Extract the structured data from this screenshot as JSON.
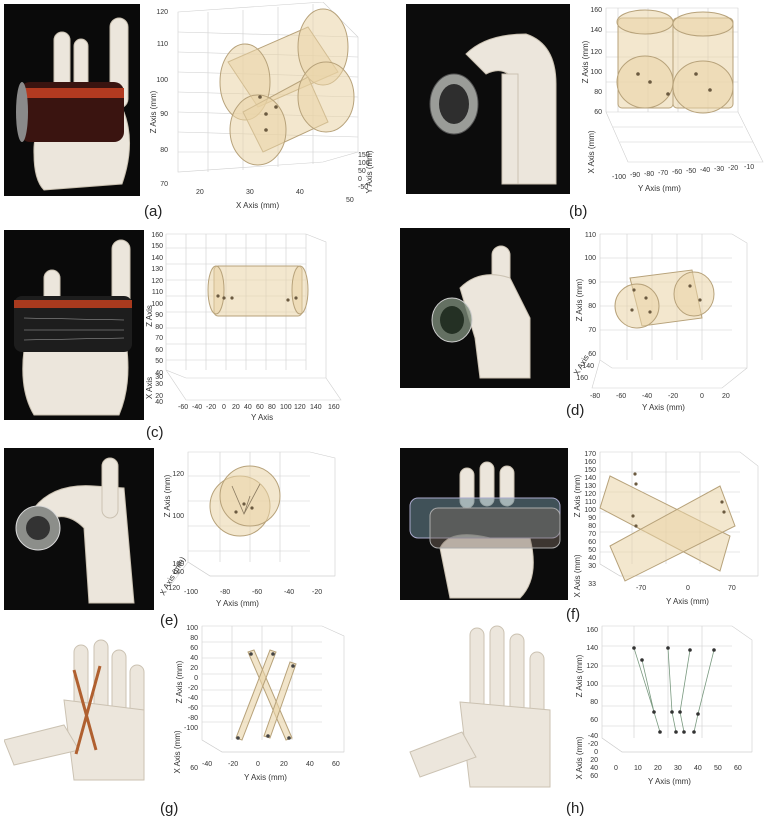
{
  "panels": [
    {
      "label": "(a)",
      "axes": {
        "x": "X Axis (mm)",
        "y": "Y Axis (mm)",
        "z": "Z Axis (mm)"
      },
      "ticks": {
        "x": [
          "20",
          "30",
          "40",
          "50"
        ],
        "y": [
          "150",
          "100",
          "50",
          "0",
          "-50"
        ],
        "z": [
          "70",
          "80",
          "90",
          "100",
          "110",
          "120"
        ]
      }
    },
    {
      "label": "(b)",
      "axes": {
        "x": "X Axis (mm)",
        "y": "Y Axis (mm)",
        "z": "Z Axis (mm)"
      },
      "ticks": {
        "y": [
          "-100",
          "-90",
          "-80",
          "-70",
          "-60",
          "-50",
          "-40",
          "-30",
          "-20",
          "-10"
        ],
        "z": [
          "60",
          "80",
          "100",
          "120",
          "140",
          "160"
        ]
      }
    },
    {
      "label": "(c)",
      "axes": {
        "x": "X Axis",
        "y": "Y Axis",
        "z": "Z Axis"
      },
      "ticks": {
        "x": [
          "30",
          "40"
        ],
        "y": [
          "-60",
          "-40",
          "-20",
          "0",
          "20",
          "40",
          "60",
          "80",
          "100",
          "120",
          "140",
          "160"
        ],
        "z": [
          "20",
          "30",
          "40",
          "50",
          "60",
          "70",
          "80",
          "90",
          "100",
          "110",
          "120",
          "130",
          "140",
          "150",
          "160"
        ]
      }
    },
    {
      "label": "(d)",
      "axes": {
        "x": "X Axis",
        "y": "Y Axis (mm)",
        "z": "Z Axis (mm)"
      },
      "ticks": {
        "x": [
          "140",
          "160"
        ],
        "y": [
          "-80",
          "-60",
          "-40",
          "-20",
          "0",
          "20"
        ],
        "z": [
          "60",
          "70",
          "80",
          "90",
          "100",
          "110"
        ]
      }
    },
    {
      "label": "(e)",
      "axes": {
        "x": "X Axis (mm)",
        "y": "Y Axis (mm)",
        "z": "Z Axis (mm)"
      },
      "ticks": {
        "x": [
          "160",
          "140",
          "120"
        ],
        "y": [
          "-100",
          "-80",
          "-60",
          "-40",
          "-20"
        ],
        "z": [
          "100",
          "120"
        ]
      }
    },
    {
      "label": "(f)",
      "axes": {
        "x": "X Axis (mm)",
        "y": "Y Axis (mm)",
        "z": "Z Axis (mm)"
      },
      "ticks": {
        "x": [
          "33"
        ],
        "y": [
          "-70",
          "0",
          "70"
        ],
        "z": [
          "30",
          "40",
          "50",
          "60",
          "70",
          "80",
          "90",
          "100",
          "110",
          "120",
          "130",
          "140",
          "150",
          "160",
          "170"
        ]
      }
    },
    {
      "label": "(g)",
      "axes": {
        "x": "X Axis (mm)",
        "y": "Y Axis (mm)",
        "z": "Z Axis (mm)"
      },
      "ticks": {
        "x": [
          "60"
        ],
        "y": [
          "-40",
          "-20",
          "0",
          "20",
          "40",
          "60"
        ],
        "z": [
          "-100",
          "-80",
          "-60",
          "-40",
          "-20",
          "0",
          "20",
          "40",
          "60",
          "80",
          "100"
        ]
      }
    },
    {
      "label": "(h)",
      "axes": {
        "x": "X Axis (mm)",
        "y": "Y Axis (mm)",
        "z": "Z Axis (mm)"
      },
      "ticks": {
        "x": [
          "-40",
          "-20",
          "0",
          "20",
          "40",
          "60"
        ],
        "y": [
          "0",
          "10",
          "20",
          "30",
          "40",
          "50",
          "60"
        ],
        "z": [
          "60",
          "80",
          "100",
          "120",
          "140",
          "160"
        ]
      }
    }
  ]
}
